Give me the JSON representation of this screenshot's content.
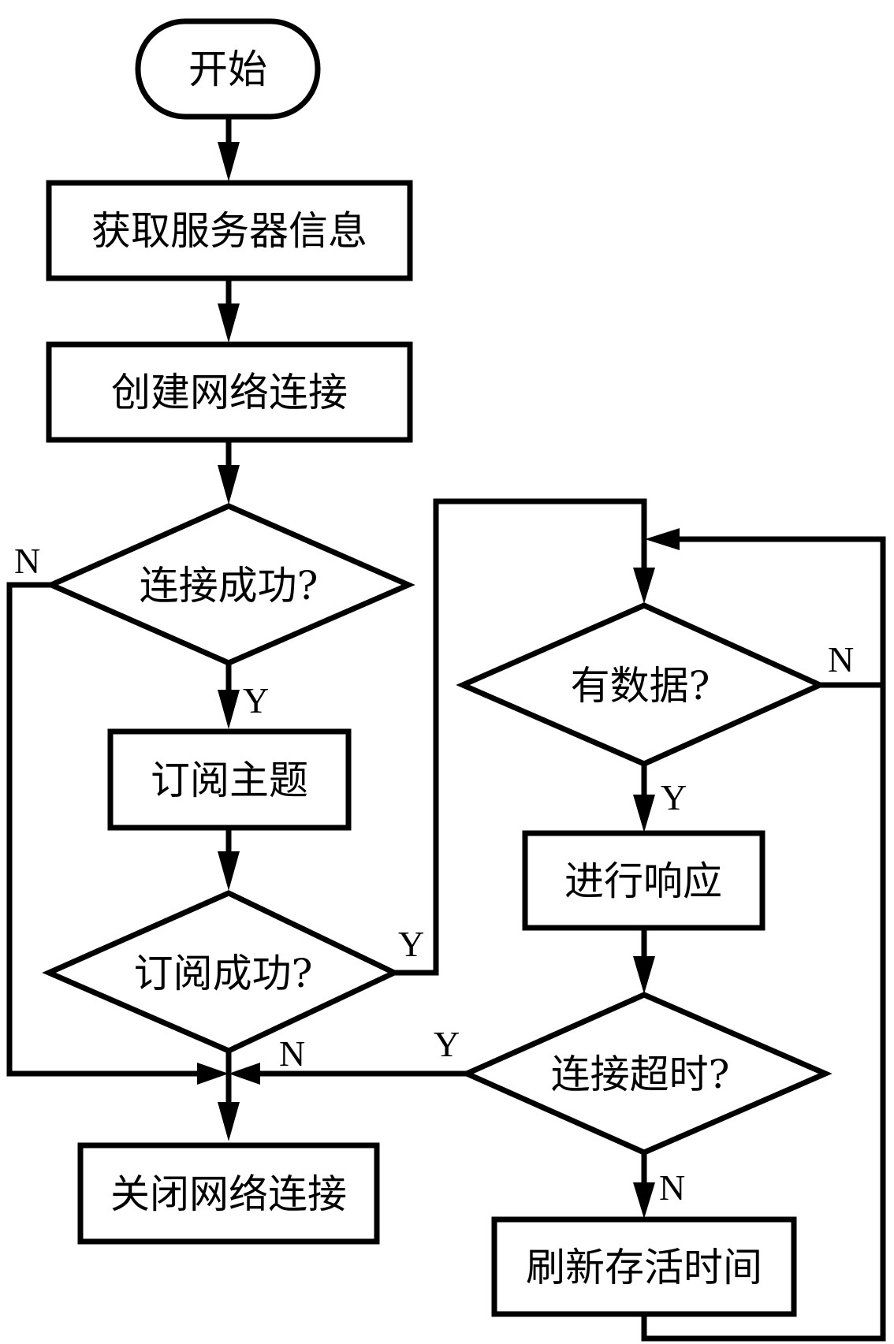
{
  "diagram": {
    "type": "flowchart",
    "nodes": {
      "start": {
        "shape": "terminal",
        "label": "开始"
      },
      "get_server_info": {
        "shape": "process",
        "label": "获取服务器信息"
      },
      "create_connection": {
        "shape": "process",
        "label": "创建网络连接"
      },
      "connect_ok": {
        "shape": "decision",
        "label": "连接成功?"
      },
      "subscribe_topic": {
        "shape": "process",
        "label": "订阅主题"
      },
      "subscribe_ok": {
        "shape": "decision",
        "label": "订阅成功?"
      },
      "close_connection": {
        "shape": "process",
        "label": "关闭网络连接"
      },
      "has_data": {
        "shape": "decision",
        "label": "有数据?"
      },
      "respond": {
        "shape": "process",
        "label": "进行响应"
      },
      "conn_timeout": {
        "shape": "decision",
        "label": "连接超时?"
      },
      "refresh_keepalive": {
        "shape": "process",
        "label": "刷新存活时间"
      }
    },
    "branch_labels": {
      "connect_ok_no": "N",
      "connect_ok_yes": "Y",
      "subscribe_ok_yes": "Y",
      "subscribe_ok_no": "N",
      "has_data_no": "N",
      "has_data_yes": "Y",
      "conn_timeout_yes": "Y",
      "conn_timeout_no": "N"
    },
    "edges": [
      {
        "from": "start",
        "to": "get_server_info"
      },
      {
        "from": "get_server_info",
        "to": "create_connection"
      },
      {
        "from": "create_connection",
        "to": "connect_ok"
      },
      {
        "from": "connect_ok",
        "to": "subscribe_topic",
        "label": "Y"
      },
      {
        "from": "connect_ok",
        "to": "close_connection",
        "label": "N"
      },
      {
        "from": "subscribe_topic",
        "to": "subscribe_ok"
      },
      {
        "from": "subscribe_ok",
        "to": "has_data",
        "label": "Y"
      },
      {
        "from": "subscribe_ok",
        "to": "close_connection",
        "label": "N"
      },
      {
        "from": "has_data",
        "to": "respond",
        "label": "Y"
      },
      {
        "from": "has_data",
        "to": "has_data",
        "label": "N"
      },
      {
        "from": "respond",
        "to": "conn_timeout"
      },
      {
        "from": "conn_timeout",
        "to": "close_connection",
        "label": "Y"
      },
      {
        "from": "conn_timeout",
        "to": "refresh_keepalive",
        "label": "N"
      },
      {
        "from": "refresh_keepalive",
        "to": "has_data"
      }
    ]
  }
}
